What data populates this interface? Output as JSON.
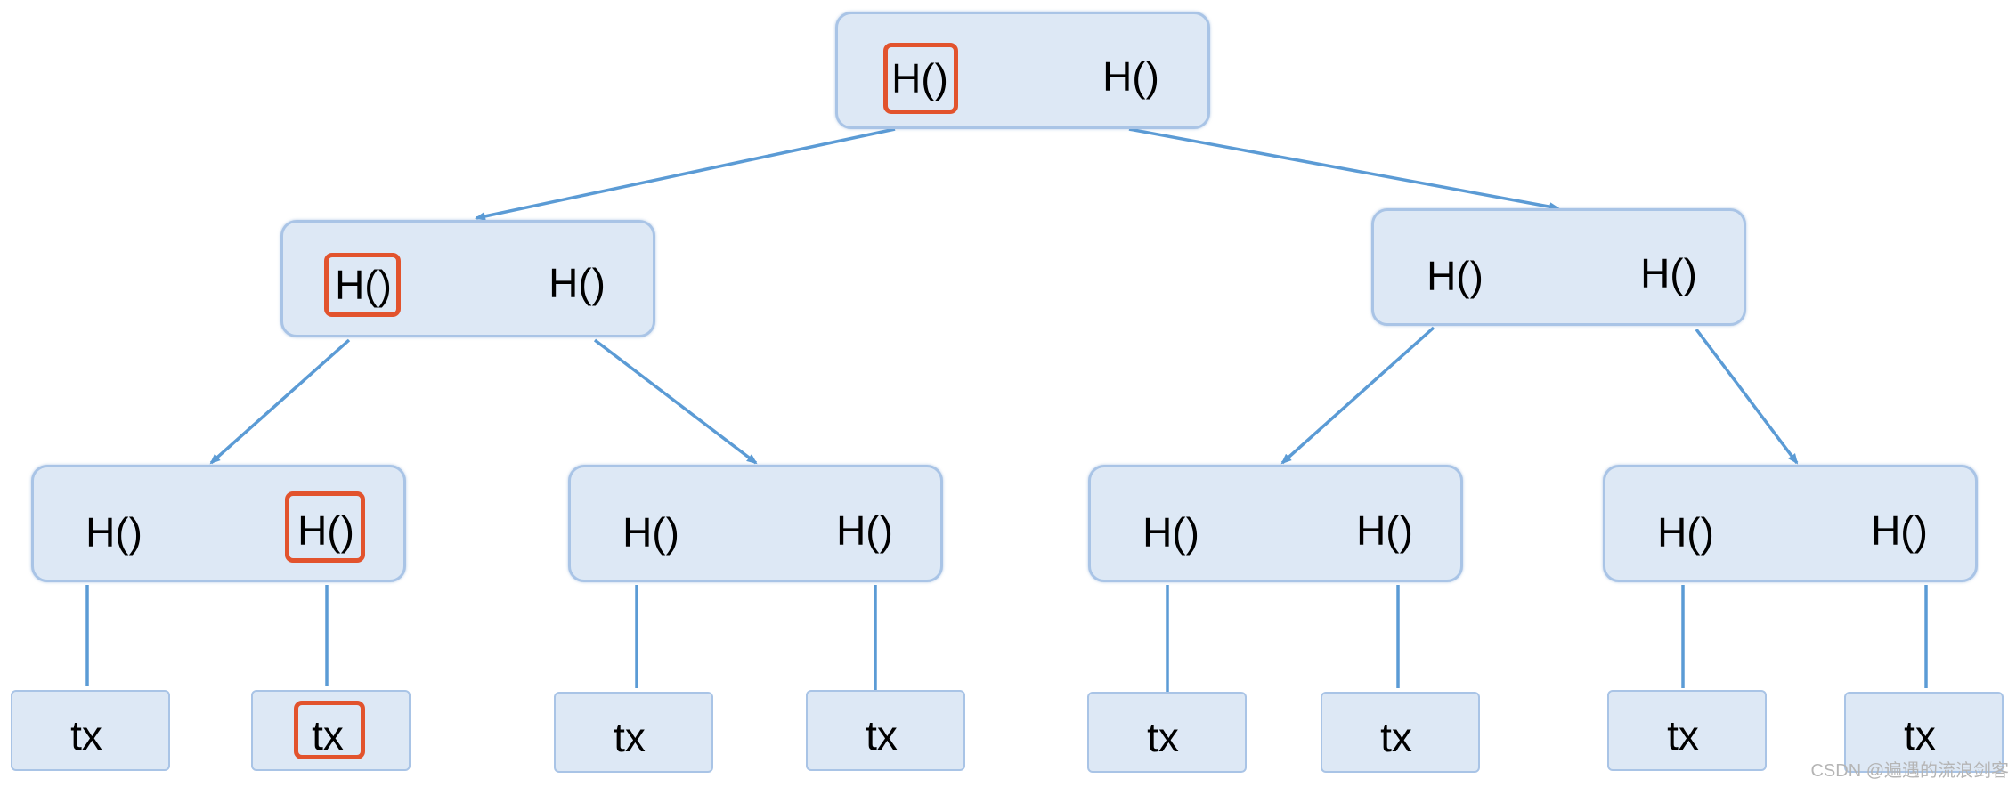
{
  "colors": {
    "node_fill": "#dde8f5",
    "node_border": "#a9c4e6",
    "arrow": "#5b9bd5",
    "highlight": "#e2532d"
  },
  "nodes": {
    "root": {
      "left": "H()",
      "right": "H()"
    },
    "l1a": {
      "left": "H()",
      "right": "H()"
    },
    "l1b": {
      "left": "H()",
      "right": "H()"
    },
    "l2a": {
      "left": "H()",
      "right": "H()"
    },
    "l2b": {
      "left": "H()",
      "right": "H()"
    },
    "l2c": {
      "left": "H()",
      "right": "H()"
    },
    "l2d": {
      "left": "H()",
      "right": "H()"
    }
  },
  "leaves": [
    "tx",
    "tx",
    "tx",
    "tx",
    "tx",
    "tx",
    "tx",
    "tx"
  ],
  "highlighted": [
    "root.left",
    "l1a.left",
    "l2a.right",
    "leaf.1"
  ],
  "watermark": "CSDN @遍遇的流浪剑客"
}
